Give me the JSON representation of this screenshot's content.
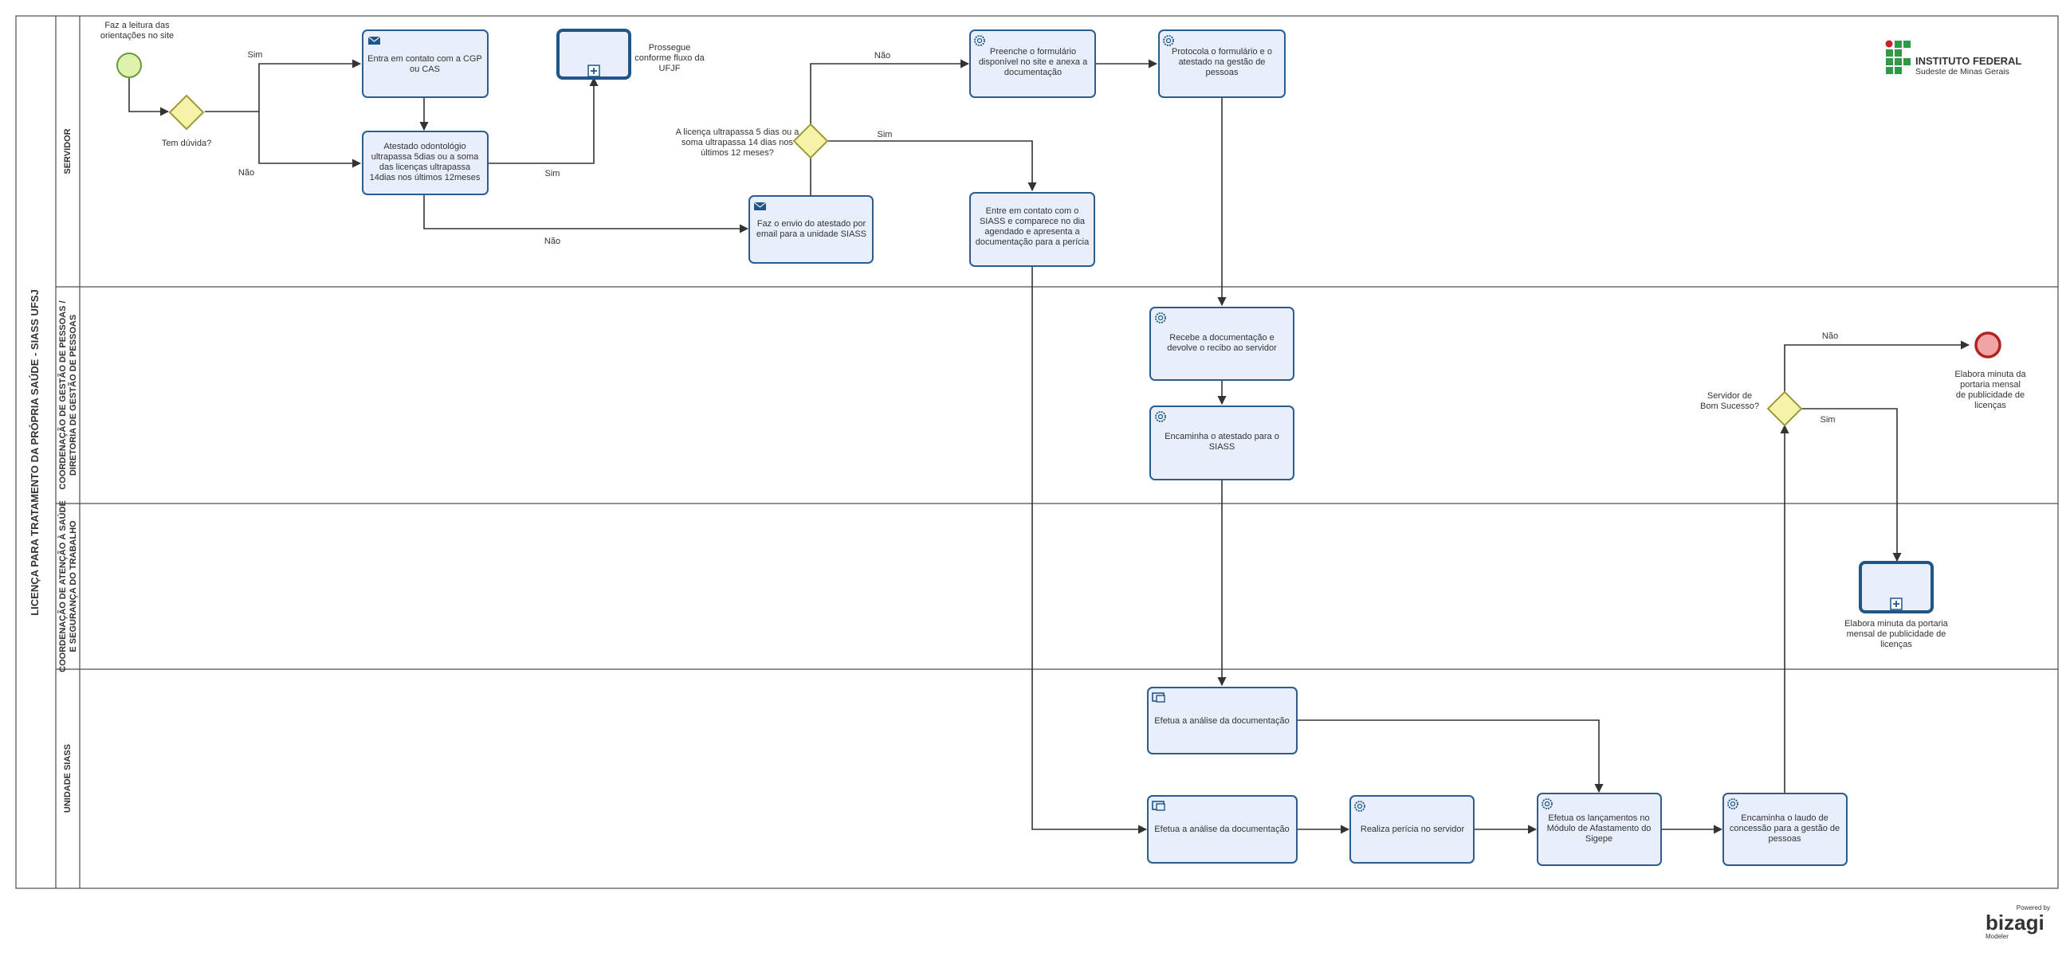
{
  "pool": {
    "title": "LICENÇA PARA TRATAMENTO DA PRÓPRIA SAÚDE - SIASS UFSJ"
  },
  "lanes": [
    {
      "name": "SERVIDOR"
    },
    {
      "name_line1": "COORDENAÇÃO DE GESTÃO DE PESSOAS /",
      "name_line2": "DIRETORIA DE GESTÃO DE PESSOAS"
    },
    {
      "name_line1": "COORDENAÇÃO DE ATENÇÃO À SAÚDE",
      "name_line2": "E SEGURANÇA DO TRABALHO"
    },
    {
      "name": "UNIDADE SIASS"
    }
  ],
  "logo": {
    "line1": "INSTITUTO FEDERAL",
    "line2": "Sudeste de Minas Gerais",
    "colors": [
      "#2e9a45",
      "#c8202c"
    ]
  },
  "events": {
    "start_label": [
      "Faz a leitura das",
      "orientações no site"
    ],
    "end_label": [
      "Elabora minuta da",
      "portaria mensal",
      "de publicidade de",
      "licenças"
    ]
  },
  "gateways": {
    "g1": [
      "Tem dúvida?"
    ],
    "g2": [
      "A licença ultrapassa 5 dias ou a",
      "soma ultrapassa 14 dias nos",
      "últimos 12 meses?"
    ],
    "g3": [
      "Servidor de",
      "Bom Sucesso?"
    ]
  },
  "tasks": {
    "t_cgp": [
      "Entra em contato com a CGP",
      "ou CAS"
    ],
    "t_atestado": [
      "Atestado odontológio",
      "ultrapassa 5dias ou a soma",
      "das licenças ultrapassa",
      "14dias nos últimos 12meses"
    ],
    "sub_prossegue": [
      "Prossegue",
      "conforme fluxo da",
      "UFJF"
    ],
    "t_email": [
      "Faz o envio do atestado por",
      "email para a unidade SIASS"
    ],
    "t_formulario": [
      "Preenche o formulário",
      "disponível no site e anexa a",
      "documentação"
    ],
    "t_protocola": [
      "Protocola o formulário e o",
      "atestado na gestão de",
      "pessoas"
    ],
    "t_contato_siass": [
      "Entre em contato com o",
      "SIASS e comparece no dia",
      "agendado e apresenta a",
      "documentação para a perícia"
    ],
    "t_recebe": [
      "Recebe a documentação e",
      "devolve o recibo ao servidor"
    ],
    "t_encaminha": [
      "Encaminha o atestado para o",
      "SIASS"
    ],
    "sub_minuta": [
      "Elabora minuta da portaria",
      "mensal de publicidade de",
      "licenças"
    ],
    "t_analise1": [
      "Efetua a análise da documentação"
    ],
    "t_analise2": [
      "Efetua a análise da documentação"
    ],
    "t_pericia": [
      "Realiza perícia no servidor"
    ],
    "t_lancamentos": [
      "Efetua os lançamentos no",
      "Módulo de Afastamento do",
      "Sigepe"
    ],
    "t_laudo": [
      "Encaminha o laudo de",
      "concessão para a gestão de",
      "pessoas"
    ]
  },
  "flow_labels": {
    "sim1": "Sim",
    "nao1": "Não",
    "sim2": "Sim",
    "nao2": "Não",
    "nao3": "Não",
    "sim3": "Sim",
    "nao4": "Não",
    "sim4": "Sim"
  },
  "watermark": {
    "top": "Powered by",
    "brand": "bizagi",
    "bottom": "Modeler"
  }
}
